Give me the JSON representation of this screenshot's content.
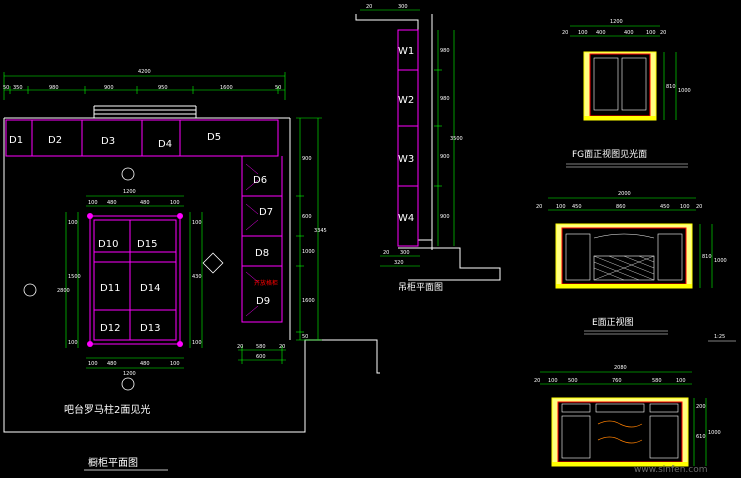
{
  "plan": {
    "total_width": "4200",
    "top_dims": [
      "50",
      "350",
      "980",
      "900",
      "950",
      "1600",
      "50"
    ],
    "units": [
      "D1",
      "D2",
      "D3",
      "D4",
      "D5",
      "D6",
      "D7",
      "D8",
      "D9"
    ],
    "island_units": [
      "D10",
      "D15",
      "D11",
      "D14",
      "D12",
      "D13"
    ],
    "island_label": "吧台罗马柱2面见光",
    "plan_title": "橱柜平面图",
    "red_note": "开放格柜",
    "island_top_dims": [
      "100",
      "480",
      "480",
      "100"
    ],
    "island_top_total": "1200",
    "island_bottom_dims": [
      "100",
      "480",
      "480",
      "100"
    ],
    "island_bottom_total": "1200",
    "island_left_dims": [
      "100",
      "1500",
      "100"
    ],
    "island_left_total": "2800",
    "island_right_dims": [
      "100",
      "430",
      "100"
    ],
    "right_dims": [
      "900",
      "600",
      "1000",
      "1600",
      "50"
    ],
    "right_total": "3345",
    "bottom_right_dims": [
      "20",
      "580",
      "20"
    ],
    "bottom_right_total": "600"
  },
  "wall_cab": {
    "title": "吊柜平面图",
    "units": [
      "W1",
      "W2",
      "W3",
      "W4"
    ],
    "top_dims": [
      "20",
      "300"
    ],
    "side_dims": [
      "980",
      "980",
      "900",
      "900"
    ],
    "side_total": "3500",
    "bottom_dims": [
      "20",
      "300"
    ],
    "bottom_total": "320"
  },
  "fg": {
    "title": "FG面正视图见光面",
    "width": "1200",
    "dims": [
      "20",
      "100",
      "400",
      "400",
      "100",
      "20"
    ],
    "heights": [
      "810",
      "1000"
    ]
  },
  "e": {
    "title": "E面正视图",
    "width": "2000",
    "dims": [
      "20",
      "100",
      "450",
      "860",
      "450",
      "100",
      "20"
    ],
    "heights": [
      "810",
      "1000"
    ]
  },
  "h": {
    "width": "2080",
    "dims": [
      "20",
      "100",
      "500",
      "760",
      "580",
      "100"
    ],
    "heights": [
      "200",
      "610",
      "1000"
    ]
  },
  "small_mark": "1:25",
  "watermark": "www.sinfen.com",
  "colors": {
    "background": "#000000",
    "line": "#ffffff",
    "cabinet": "#ff00ff",
    "dimension": "#00ff00",
    "elevation_frame": "#ffff00",
    "accent_red": "#ff0000",
    "door_fill": "#ffff80"
  }
}
